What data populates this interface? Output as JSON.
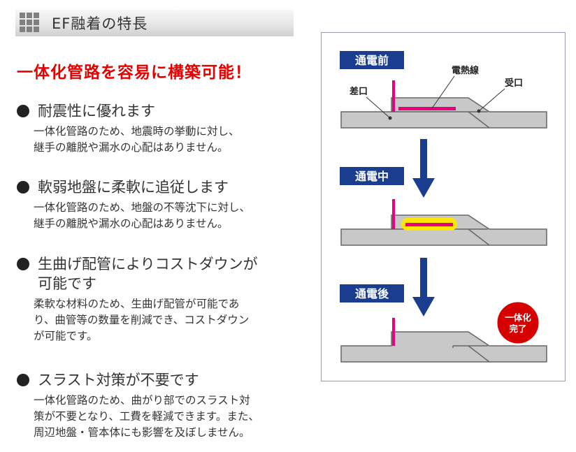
{
  "header": {
    "title": "EF融着の特長",
    "icon": "grid-icon"
  },
  "headline": "一体化管路を容易に構築可能！",
  "features": [
    {
      "title": "耐震性に優れます",
      "desc": [
        "一体化管路のため、地震時の挙動に対し、",
        "継手の離脱や漏水の心配はありません。"
      ]
    },
    {
      "title": "軟弱地盤に柔軟に追従します",
      "desc": [
        "一体化管路のため、地盤の不等沈下に対し、",
        "継手の離脱や漏水の心配はありません。"
      ]
    },
    {
      "title": "生曲げ配管によりコストダウンが\n  可能です",
      "desc": [
        "柔軟な材料のため、生曲げ配管が可能であ",
        "り、曲管等の数量を削減でき、コストダウン",
        "が可能です。"
      ]
    },
    {
      "title": "スラスト対策が不要です",
      "desc": [
        "一体化管路のため、曲がり部でのスラスト対",
        "策が不要となり、工費を軽減できます。また、",
        "周辺地盤・管本体にも影響を及ぼしません。"
      ]
    }
  ],
  "diagram": {
    "stages": [
      "通電前",
      "通電中",
      "通電後"
    ],
    "labels": {
      "heating_wire": "電熱線",
      "spigot": "差口",
      "socket": "受口"
    },
    "badge": [
      "一体化",
      "完了"
    ],
    "colors": {
      "stage_label_bg": "#1a3d8f",
      "arrow": "#1a3d8f",
      "pipe": "#c8c8c8",
      "wire": "#e6007e",
      "glow": "#ffe600",
      "badge": "#d60000"
    }
  }
}
